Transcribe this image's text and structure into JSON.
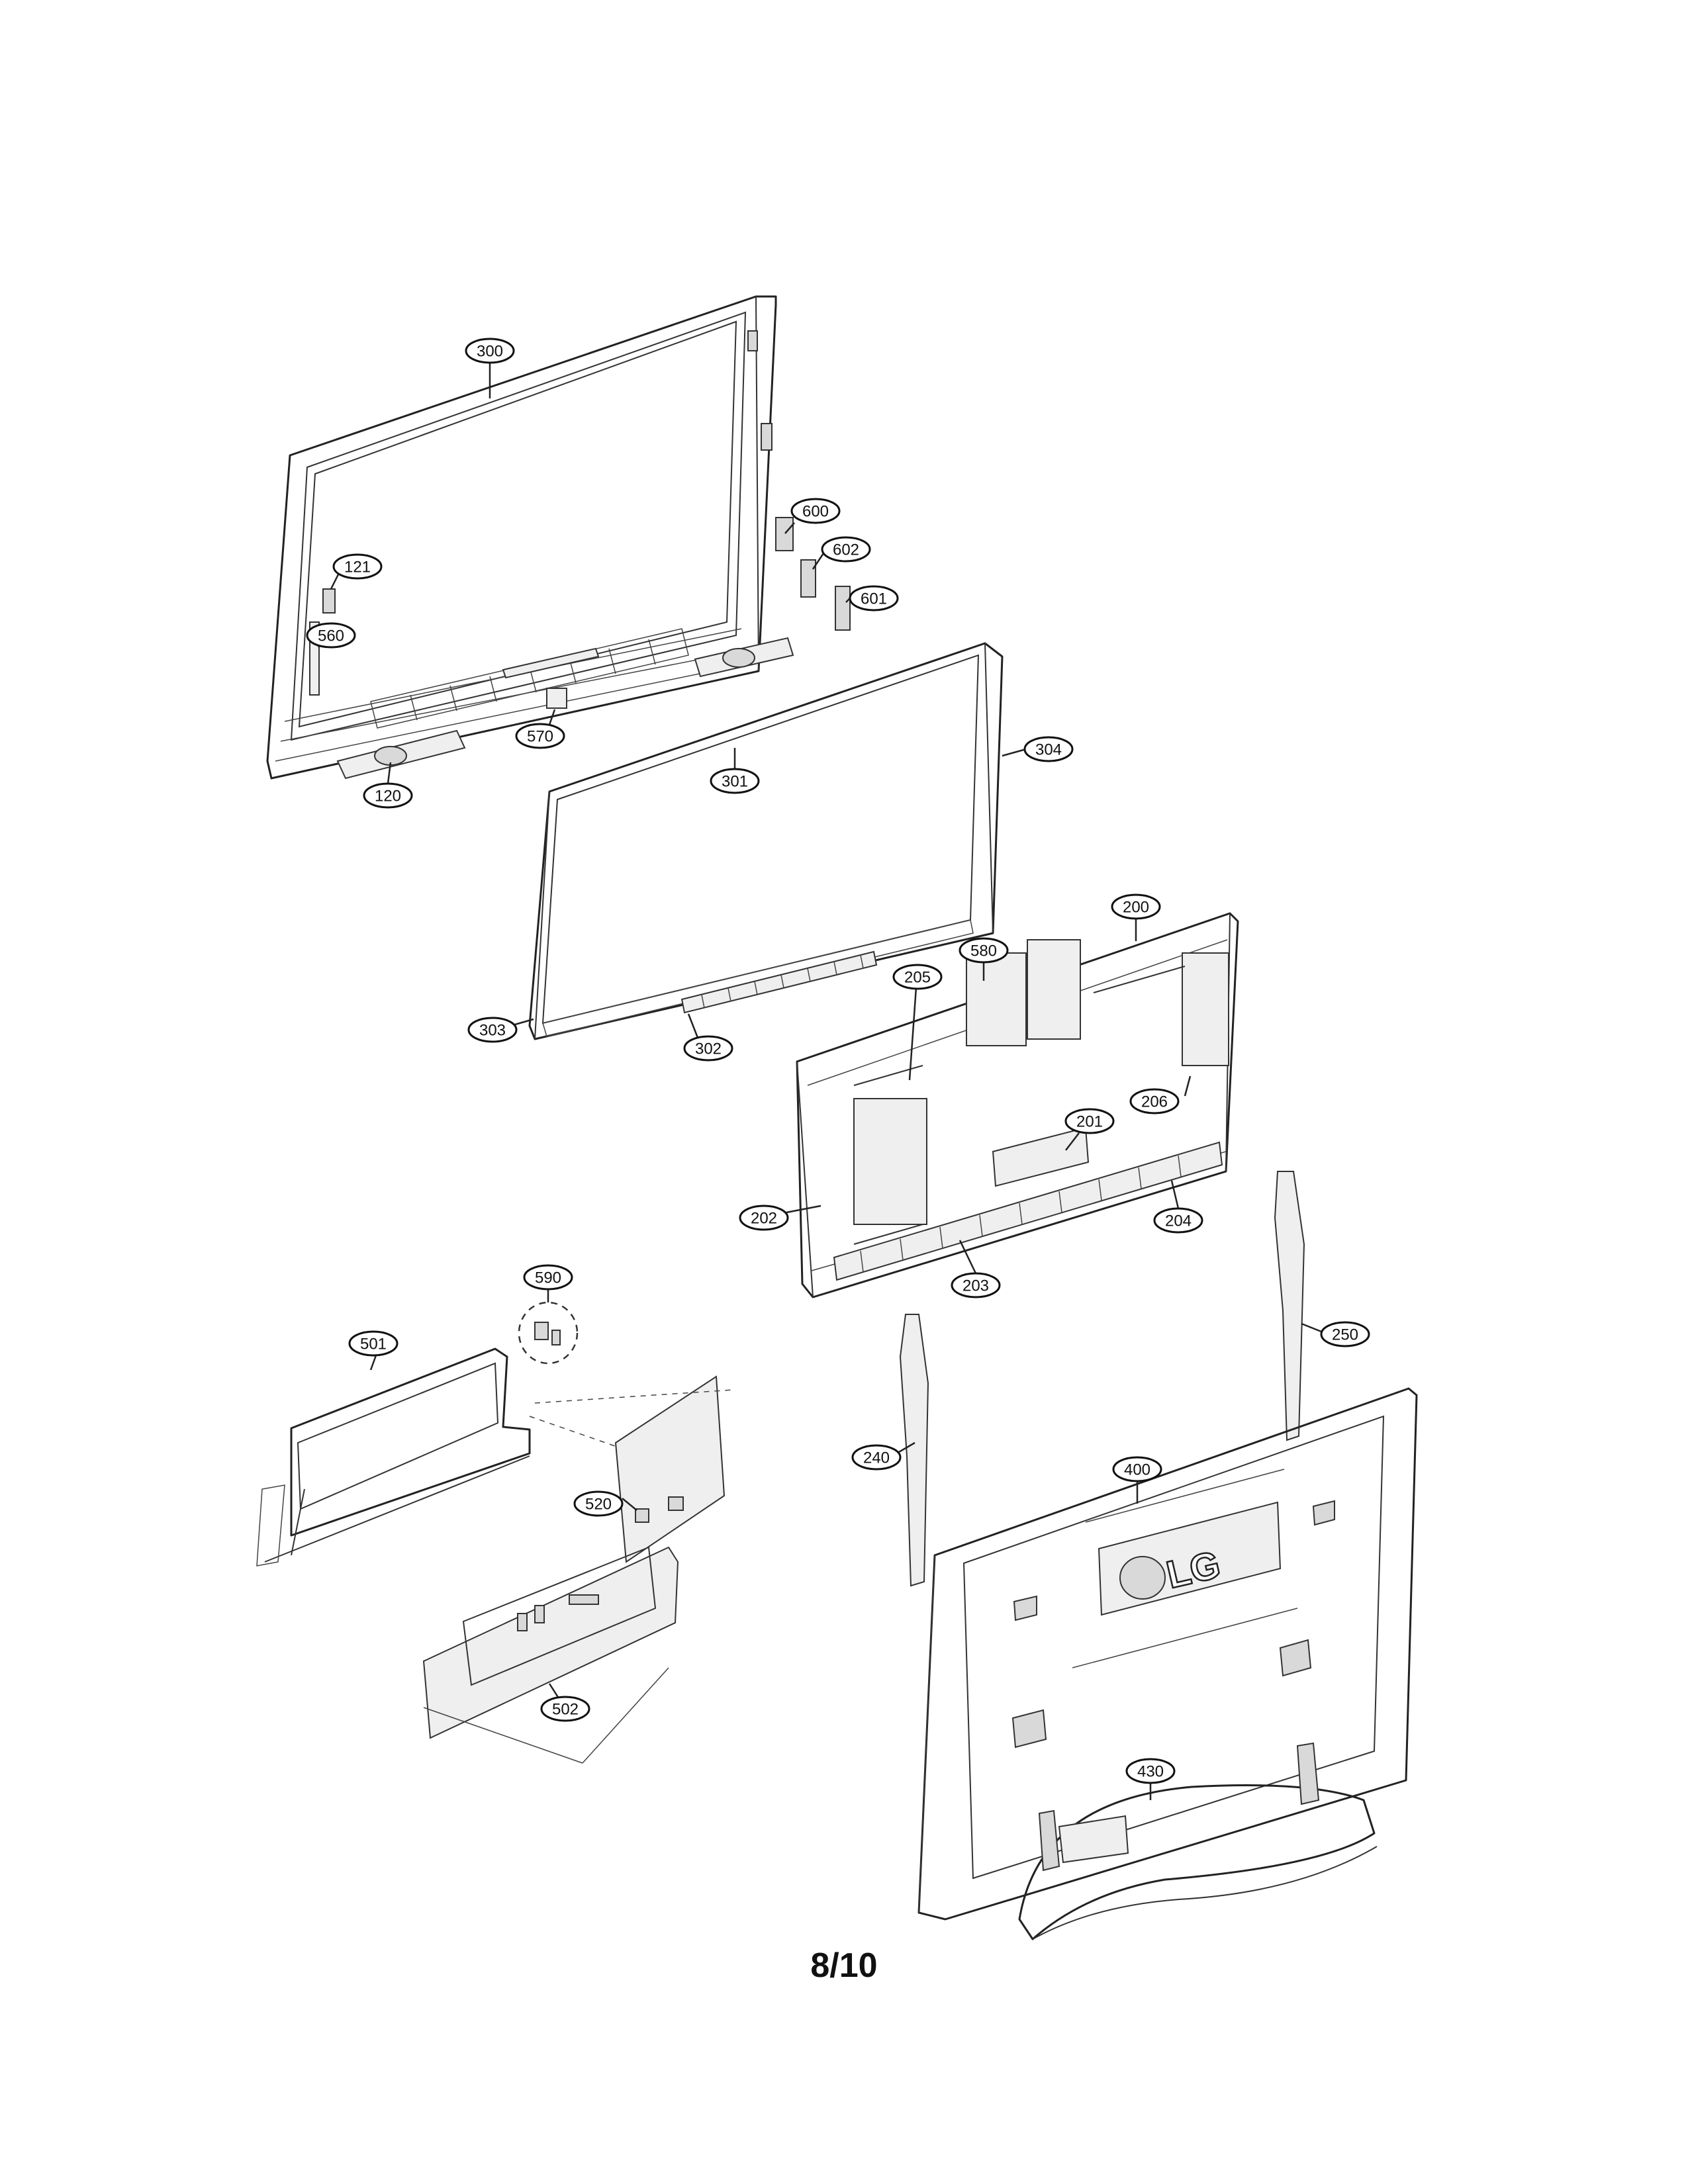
{
  "diagram": {
    "page_number": "8/10",
    "logo_text": "LG",
    "part_callouts": [
      "300",
      "600",
      "602",
      "121",
      "601",
      "560",
      "570",
      "120",
      "301",
      "304",
      "200",
      "580",
      "205",
      "206",
      "201",
      "303",
      "302",
      "202",
      "204",
      "203",
      "590",
      "501",
      "250",
      "240",
      "400",
      "520",
      "430",
      "502"
    ]
  }
}
